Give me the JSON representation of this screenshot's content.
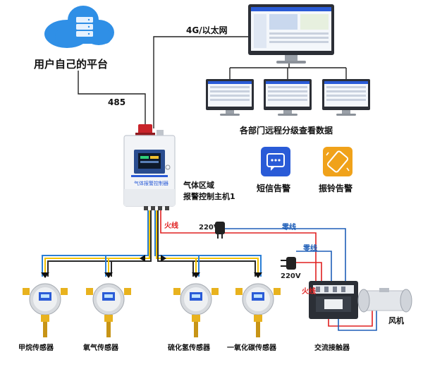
{
  "platform": {
    "label": "用户自己的平台"
  },
  "links": {
    "network": "4G/以太网",
    "rs485": "485"
  },
  "departments": {
    "label": "各部门远程分级查看数据"
  },
  "controller": {
    "title_line1": "气体区域",
    "title_line2": "报警控制主机1",
    "panel_label": "气体报警控制器"
  },
  "alerts": {
    "sms": {
      "label": "短信告警",
      "color": "#2a5bd7",
      "icon": "sms-icon"
    },
    "vibration": {
      "label": "振铃告警",
      "color": "#f0a21a",
      "icon": "vibration-icon"
    }
  },
  "power": {
    "fire_label": "火线",
    "neutral_label": "零线",
    "voltage": "220V",
    "fire_color": "#e02020",
    "neutral_color": "#1f5fb8"
  },
  "sensors": [
    {
      "label": "甲烷传感器"
    },
    {
      "label": "氧气传感器"
    },
    {
      "label": "硫化氢传感器"
    },
    {
      "label": "一氧化碳传感器"
    }
  ],
  "contactor": {
    "label": "交流接触器"
  },
  "fan": {
    "label": "风机"
  }
}
